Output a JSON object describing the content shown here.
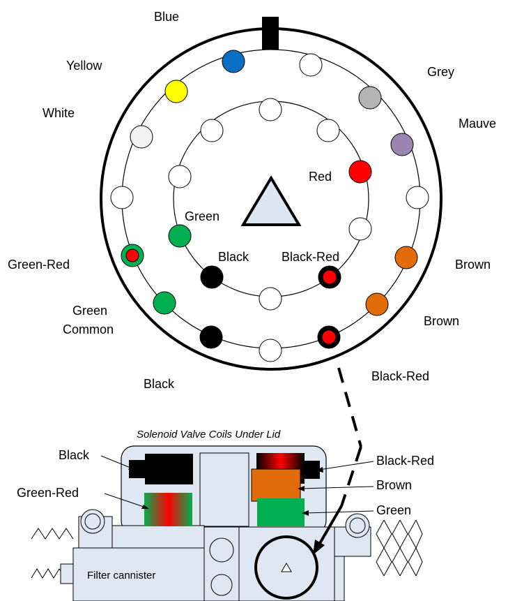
{
  "connector_labels": {
    "blue": "Blue",
    "yellow": "Yellow",
    "grey": "Grey",
    "white": "White",
    "mauve": "Mauve",
    "red": "Red",
    "green": "Green",
    "green_red": "Green-Red",
    "black_inner": "Black",
    "black_red_inner": "Black-Red",
    "brown_upper": "Brown",
    "green_common_1": "Green",
    "green_common_2": "Common",
    "brown_lower": "Brown",
    "black_outer": "Black",
    "black_red_outer": "Black-Red"
  },
  "valve": {
    "caption": "Solenoid Valve Coils Under Lid",
    "black": "Black",
    "black_red": "Black-Red",
    "brown": "Brown",
    "green_red": "Green-Red",
    "green": "Green",
    "filter": "Filter cannister"
  },
  "colors": {
    "blue": "#0b6fc1",
    "yellow": "#ffff00",
    "grey": "#b4b4b4",
    "white": "#f2f2f2",
    "mauve": "#9a86b0",
    "red": "#ff0000",
    "green": "#00b050",
    "brown": "#e26b0a",
    "black": "#000000",
    "triangle": "#dde6f3",
    "body": "#dfe7f3"
  }
}
